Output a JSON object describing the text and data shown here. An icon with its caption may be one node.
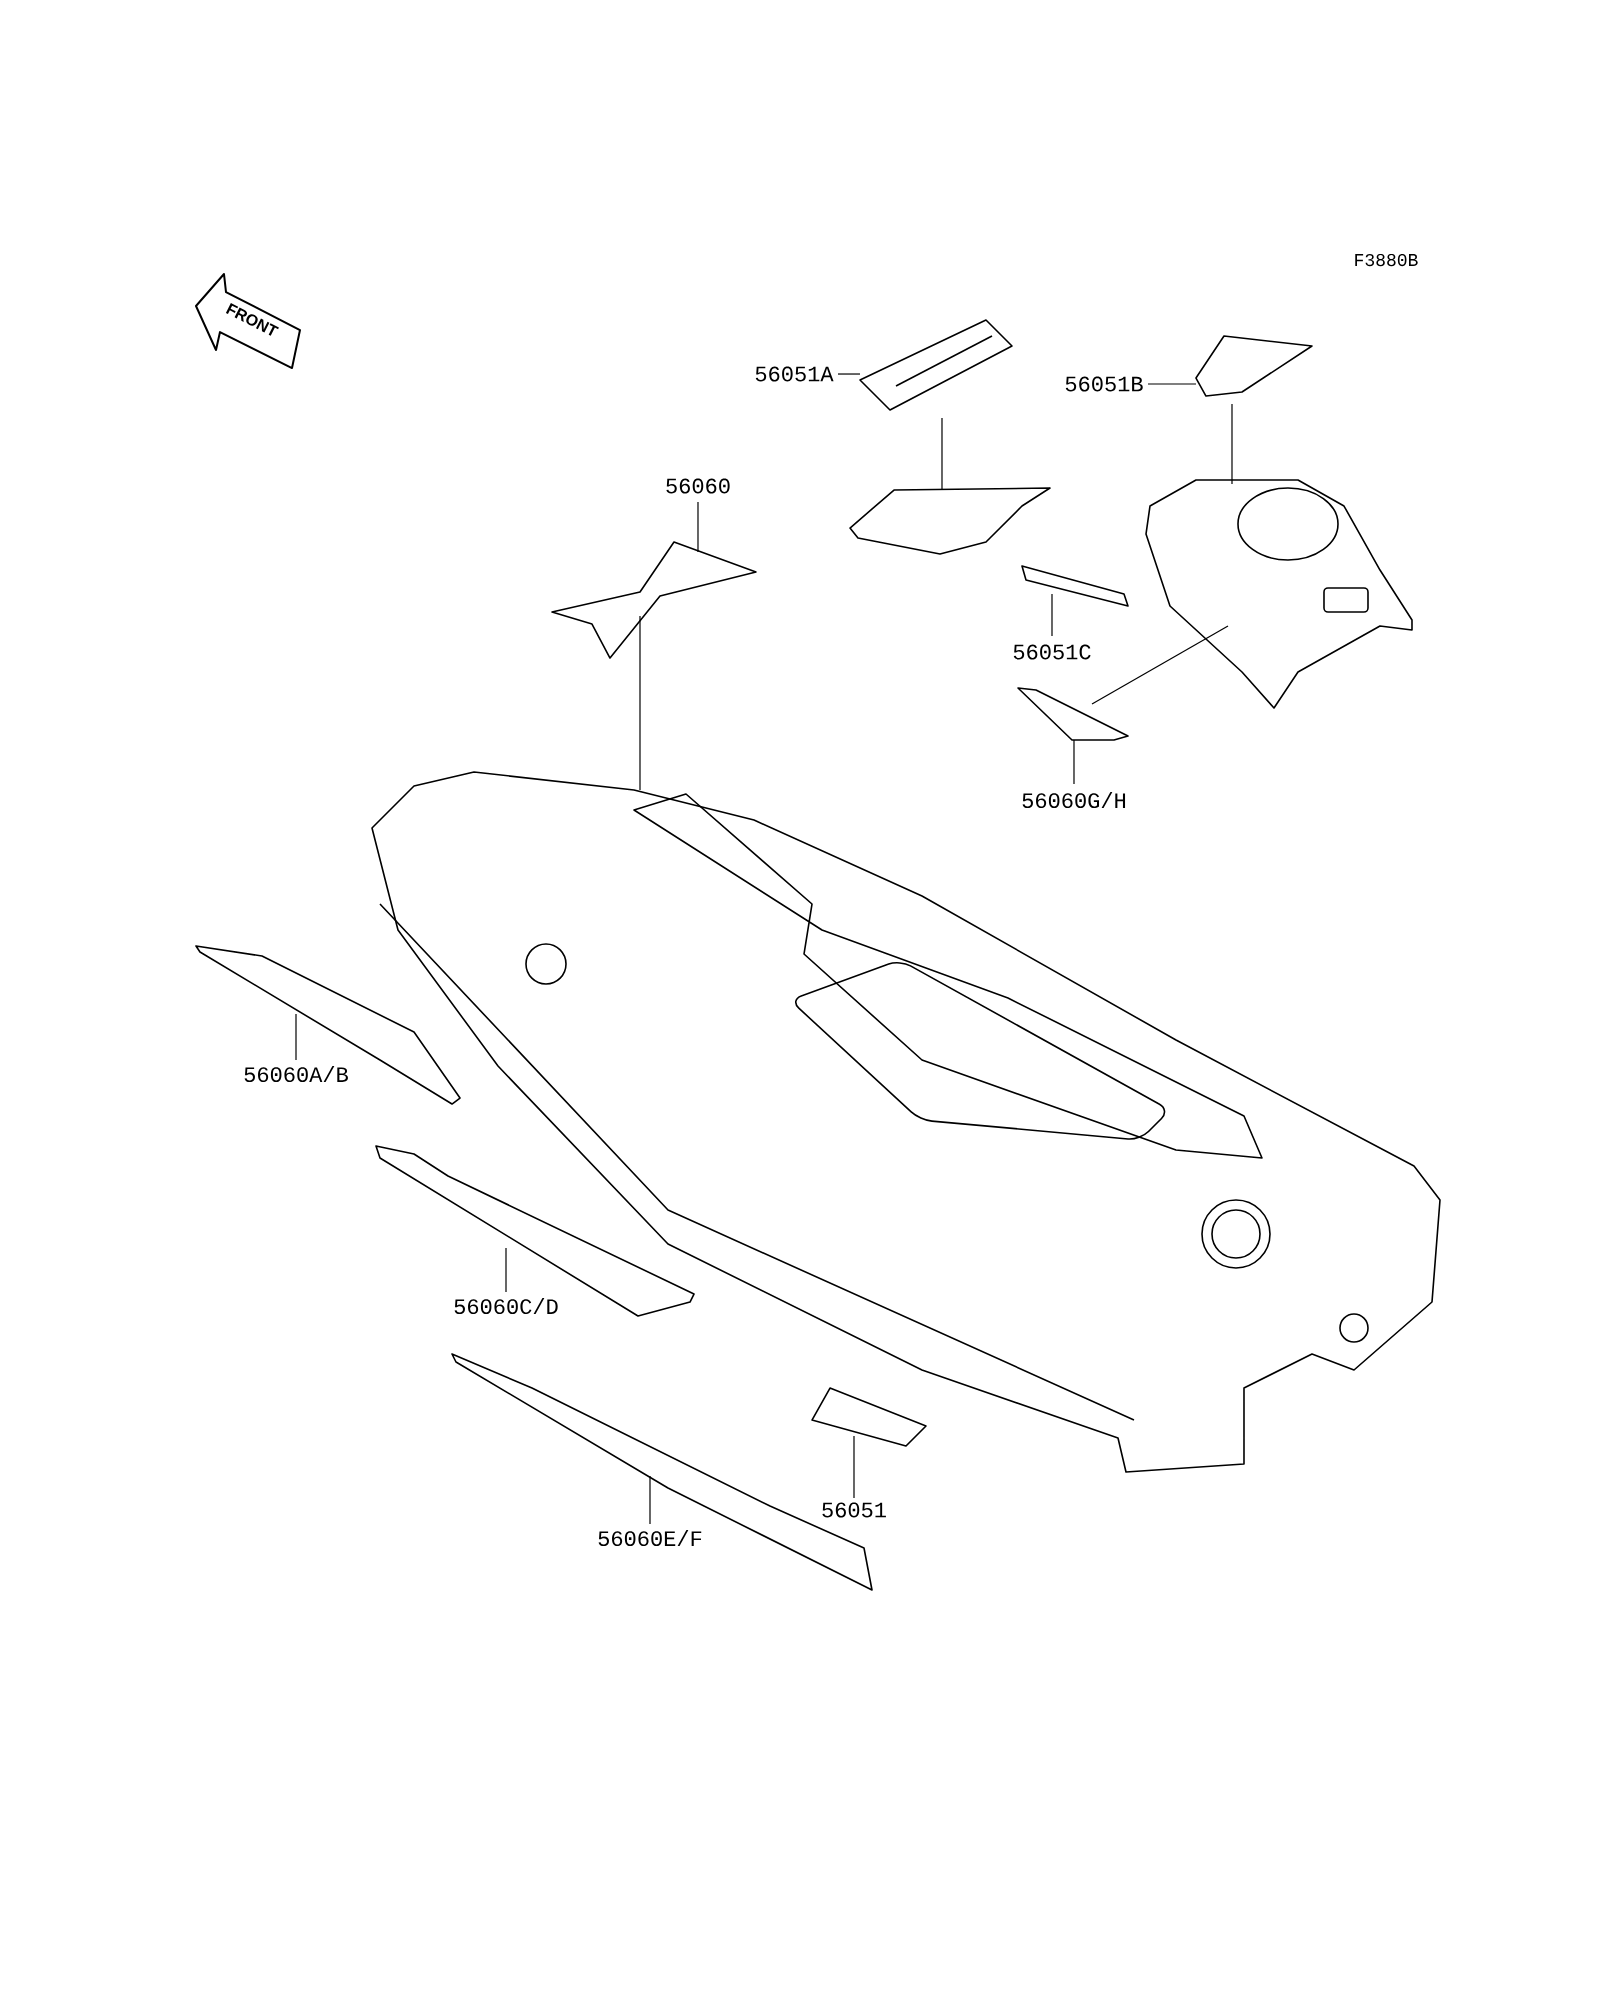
{
  "diagram": {
    "nodes": [
      {
        "text": [
          "56051A"
        ]
      },
      {
        "text": [],
        "shape": "picture"
      },
      {
        "text": [],
        "shape": "picture"
      },
      {
        "text": [
          "56051B"
        ]
      },
      {
        "text": [],
        "shape": "picture"
      },
      {
        "text": [],
        "shape": "picture"
      },
      {
        "text": [
          "56060"
        ]
      },
      {
        "text": [],
        "shape": "picture"
      },
      {
        "text": [],
        "shape": "picture"
      },
      {
        "text": [
          "56051C"
        ]
      },
      {
        "text": [],
        "shape": "picture"
      },
      {
        "text": [
          "56060G/H"
        ]
      },
      {
        "text": [],
        "shape": "picture"
      },
      {
        "text": [
          "56060A/B"
        ]
      },
      {
        "text": [],
        "shape": "picture"
      },
      {
        "text": [
          "56060C/D"
        ]
      },
      {
        "text": [],
        "shape": "picture"
      },
      {
        "text": [
          "56060E/F"
        ]
      },
      {
        "text": [],
        "shape": "picture"
      },
      {
        "text": [
          "56051"
        ]
      },
      {
        "text": [],
        "shape": "picture"
      }
    ],
    "edges": [
      {
        "from": 0,
        "to": 1,
        "arrow": "none"
      },
      {
        "from": 1,
        "to": 2,
        "arrow": "none"
      },
      {
        "from": 3,
        "to": 4,
        "arrow": "none"
      },
      {
        "from": 4,
        "to": 5,
        "arrow": "none"
      },
      {
        "from": 6,
        "to": 7,
        "arrow": "none"
      },
      {
        "from": 7,
        "to": 8,
        "arrow": "none"
      },
      {
        "from": 9,
        "to": 10,
        "arrow": "none"
      },
      {
        "from": 11,
        "to": 12,
        "arrow": "none"
      },
      {
        "from": 12,
        "to": 5,
        "arrow": "none"
      },
      {
        "from": 13,
        "to": 14,
        "arrow": "none"
      },
      {
        "from": 15,
        "to": 16,
        "arrow": "none"
      },
      {
        "from": 17,
        "to": 18,
        "arrow": "none"
      },
      {
        "from": 19,
        "to": 20,
        "arrow": "none"
      }
    ],
    "labels": [
      "F3880B",
      "FRONT"
    ]
  }
}
